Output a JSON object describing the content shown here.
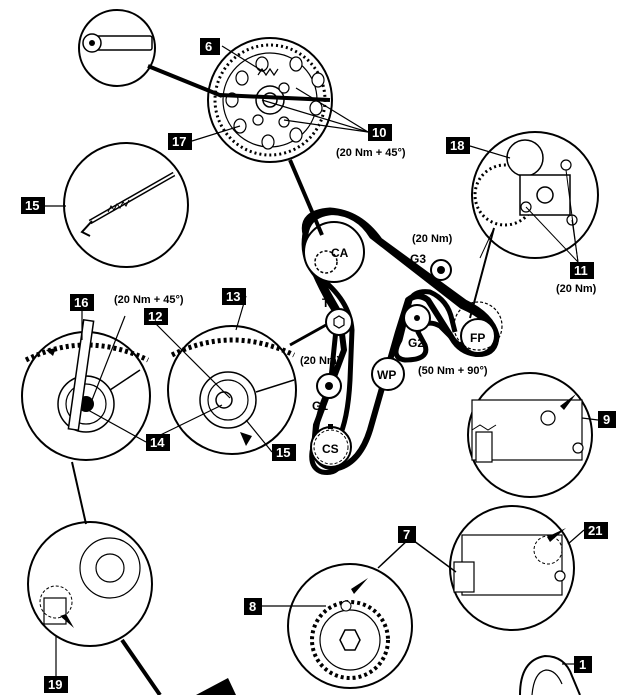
{
  "callouts": {
    "c1": "1",
    "c6": "6",
    "c7": "7",
    "c8": "8",
    "c9": "9",
    "c10": "10",
    "c11": "11",
    "c12": "12",
    "c13": "13",
    "c14": "14",
    "c15a": "15",
    "c15b": "15",
    "c16": "16",
    "c17": "17",
    "c18": "18",
    "c19": "19",
    "c21": "21"
  },
  "pulleys": {
    "ca": "CA",
    "t": "T",
    "g1": "G1",
    "g2": "G2",
    "g3": "G3",
    "wp": "WP",
    "fp": "FP",
    "cs": "CS"
  },
  "torques": {
    "camshaft": "(20 Nm + 45°)",
    "tensioner": "(20 Nm + 45°)",
    "g1": "(20 Nm)",
    "g2": "(50 Nm + 90°)",
    "g3": "(20 Nm)",
    "fp": "(20 Nm)"
  },
  "colors": {
    "ink": "#000000",
    "paper": "#ffffff",
    "shade": "#d9d9d9"
  }
}
